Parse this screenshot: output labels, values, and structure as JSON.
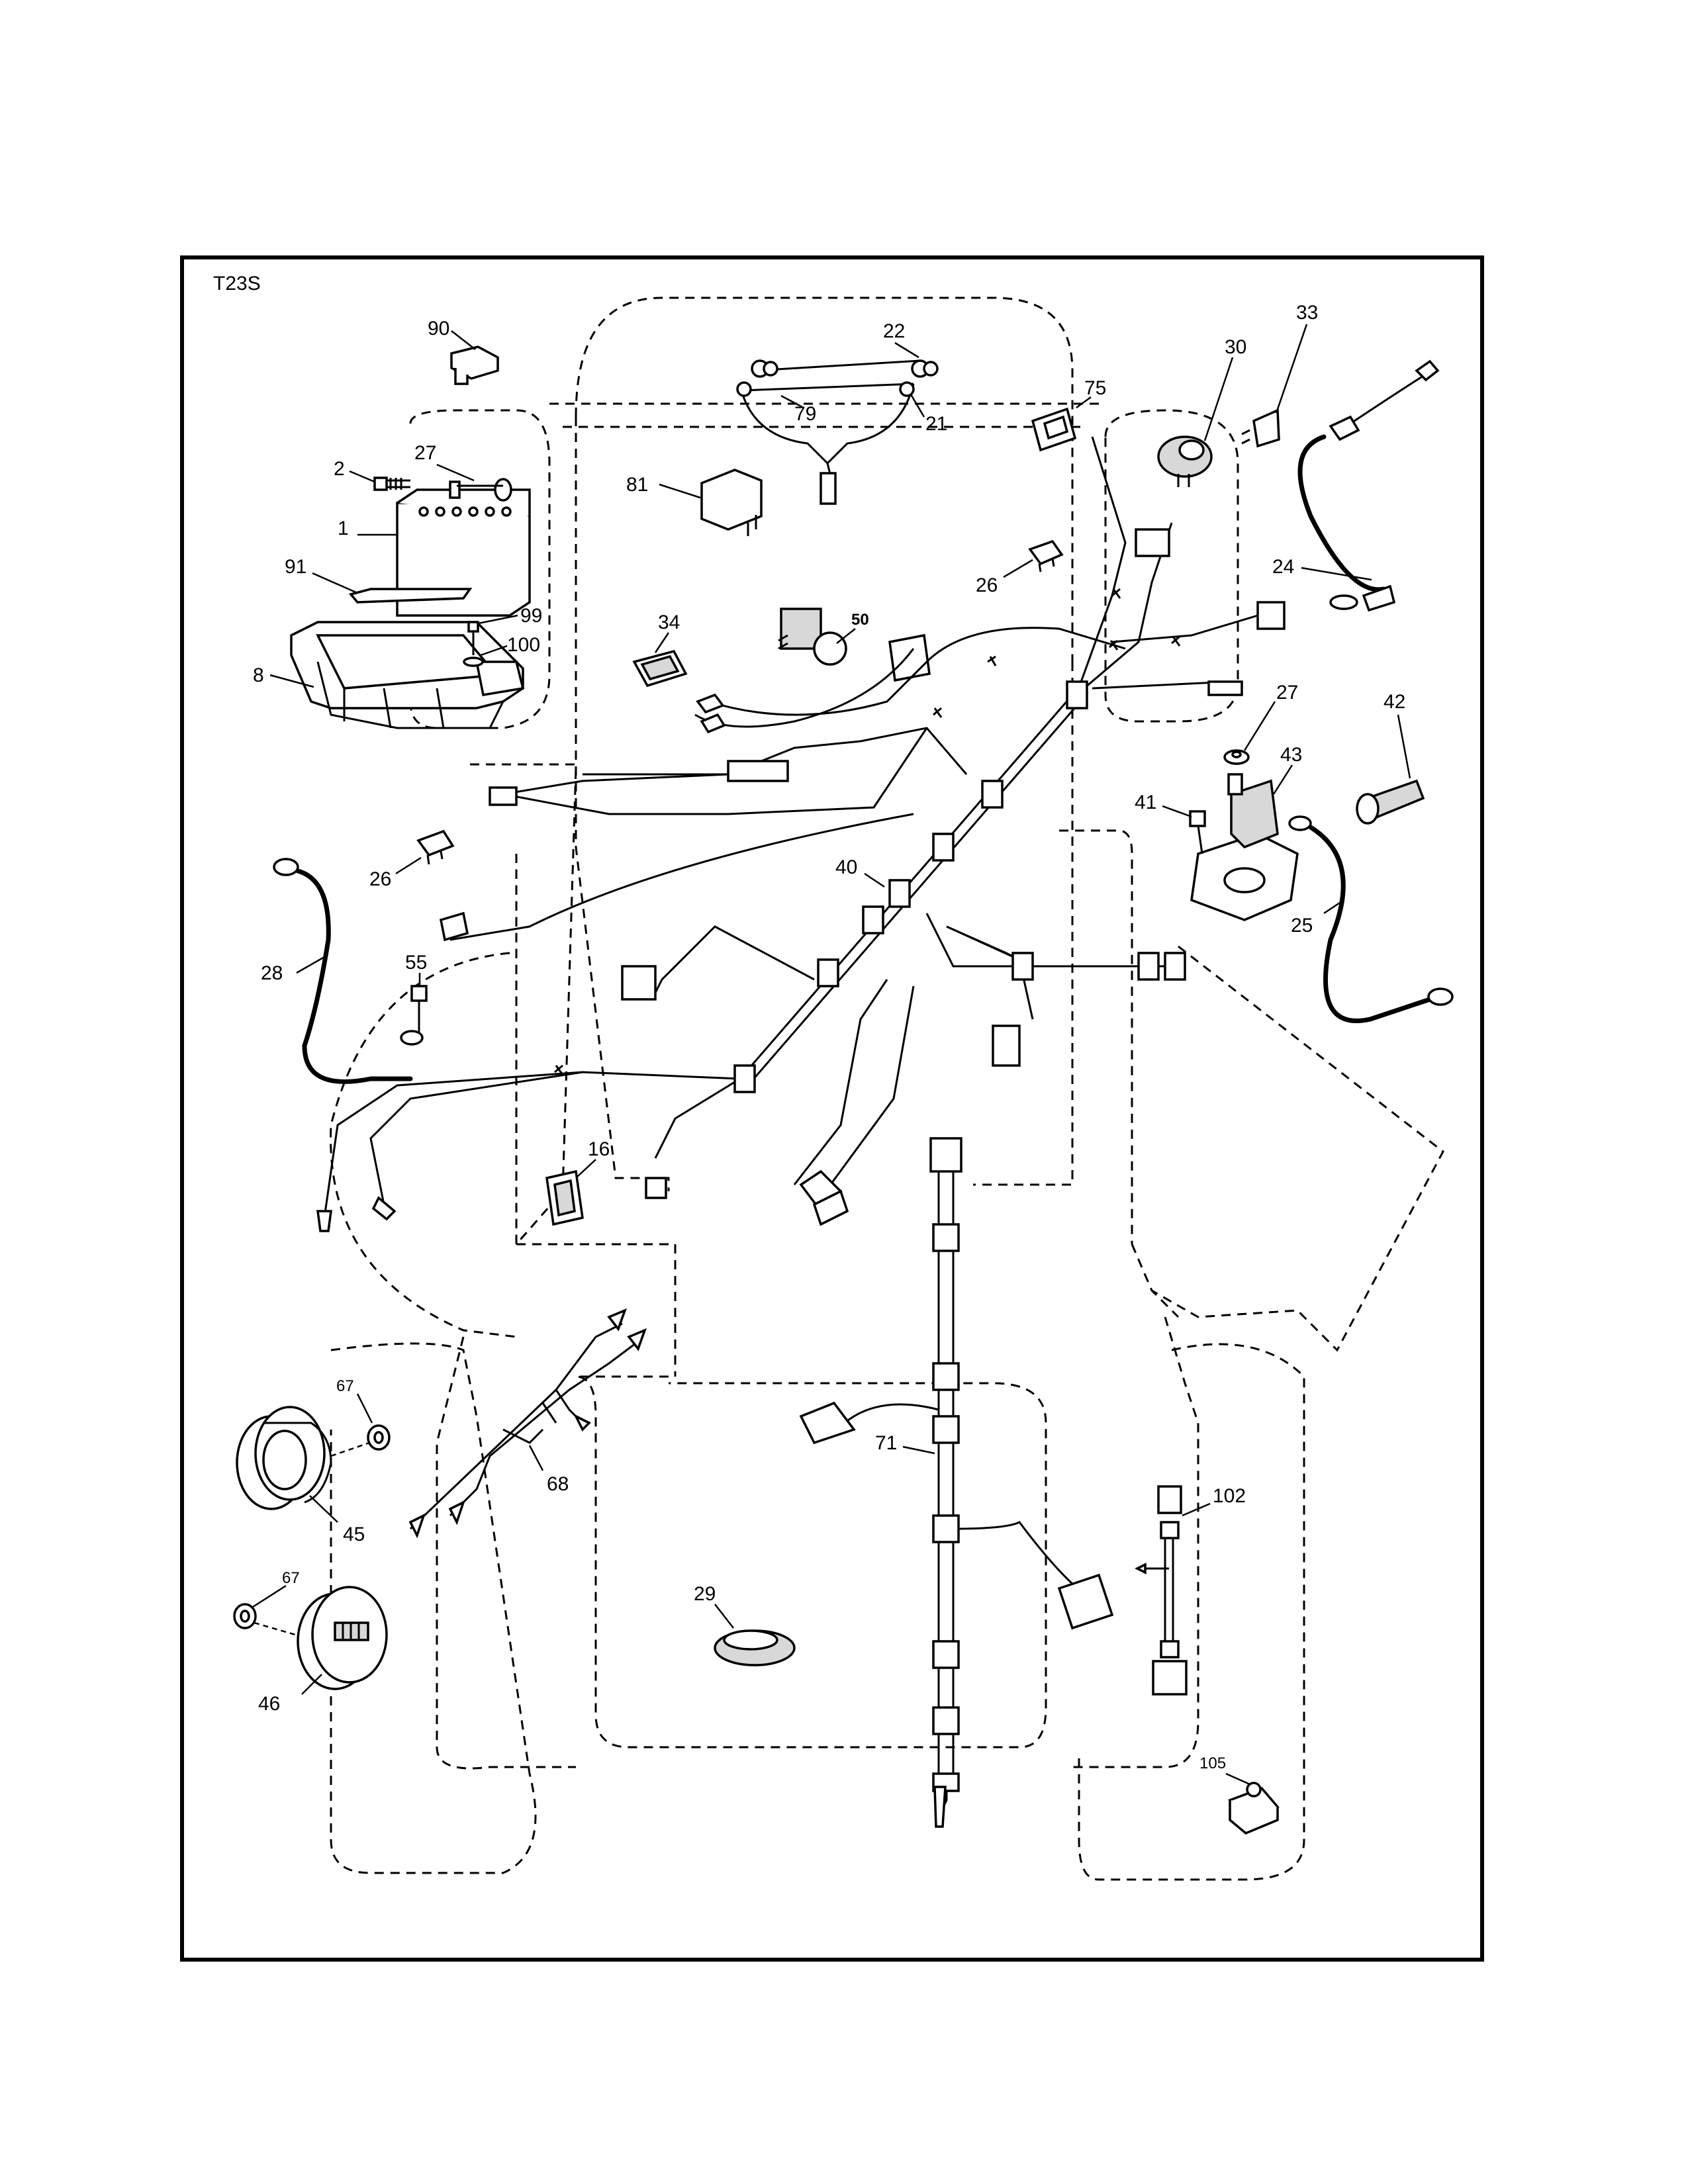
{
  "diagram": {
    "code": "T23S",
    "callouts": {
      "p90": "90",
      "p22": "22",
      "p79": "79",
      "p21": "21",
      "p81": "81",
      "p75": "75",
      "p30": "30",
      "p33": "33",
      "p2": "2",
      "p27a": "27",
      "p1": "1",
      "p91": "91",
      "p99": "99",
      "p100": "100",
      "p8": "8",
      "p26a": "26",
      "p24": "24",
      "p34": "34",
      "p50": "50",
      "p27b": "27",
      "p42": "42",
      "p43": "43",
      "p41": "41",
      "p26b": "26",
      "p40": "40",
      "p25": "25",
      "p28": "28",
      "p55": "55",
      "p16": "16",
      "p67a": "67",
      "p68": "68",
      "p71": "71",
      "p102": "102",
      "p45": "45",
      "p67b": "67",
      "p29": "29",
      "p46": "46",
      "p105": "105"
    }
  }
}
